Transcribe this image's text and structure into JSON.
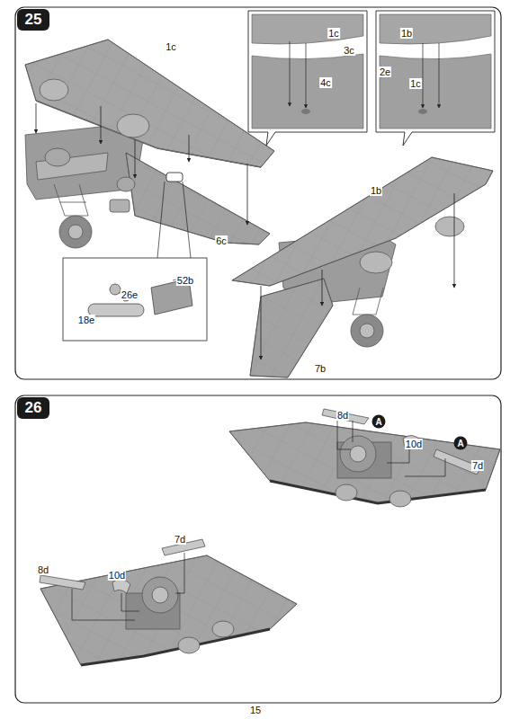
{
  "diagram": {
    "nodes": [
      {
        "text": [
          "25"
        ]
      },
      {
        "text": [
          "26"
        ]
      },
      {
        "text": [
          "A"
        ]
      },
      {
        "text": [
          "A"
        ]
      }
    ],
    "labels": [
      "1c",
      "1c",
      "3c",
      "4c",
      "1b",
      "2e",
      "1c",
      "52b",
      "26e",
      "18e",
      "6c",
      "1b",
      "7b",
      "8d",
      "10d",
      "7d",
      "7d",
      "8d",
      "10d",
      "15"
    ]
  }
}
